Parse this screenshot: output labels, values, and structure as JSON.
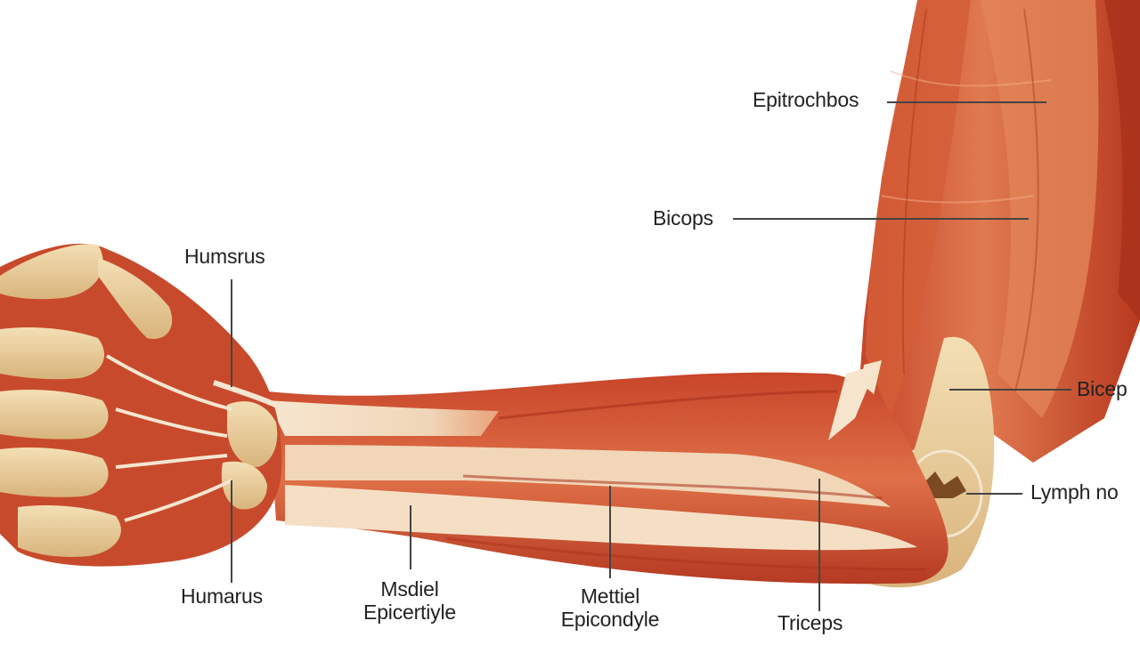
{
  "colors": {
    "muscle_dark": "#b8361e",
    "muscle_mid": "#d65a35",
    "muscle_light": "#e98a5c",
    "tendon": "#f1dcc0",
    "bone": "#ecd2a2",
    "bone_shadow": "#c9a56e",
    "leader_line": "#444444",
    "label_text": "#222222"
  },
  "labels": {
    "epitrochleas": "Epitrochbos",
    "biceps_upper": "Bicops",
    "biceps_right": "Bicep",
    "lymph": "Lymph no",
    "humerus_top": "Humsrus",
    "humerus_bottom": "Humarus",
    "medial_line1": "Msdiel",
    "medial_line2": "Epicertiyle",
    "lateral_line1": "Mettiel",
    "lateral_line2": "Epicondyle",
    "triceps": "Triceps"
  }
}
